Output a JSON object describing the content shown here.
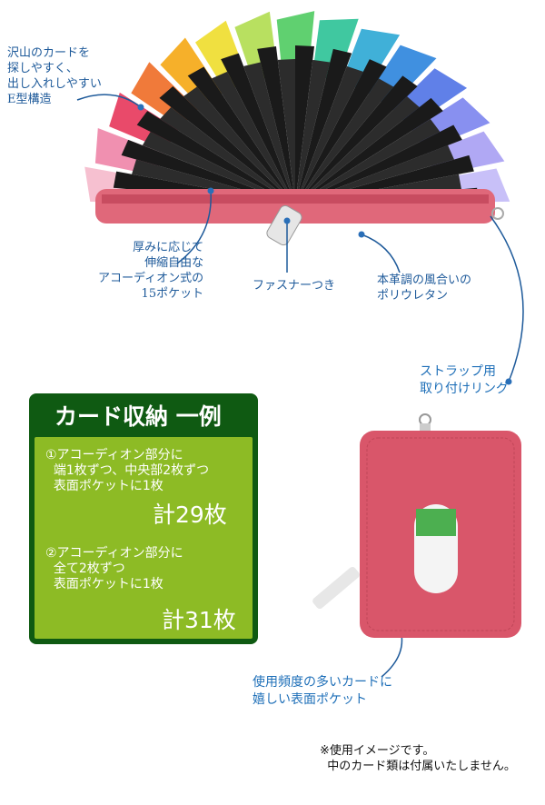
{
  "callouts": {
    "structure": "沢山のカードを\n探しやすく、\n出し入れしやすい\nE型構造",
    "pockets": "厚みに応じて\n伸縮自由な\nアコーディオン式の\n15ポケット",
    "fastener": "ファスナーつき",
    "material": "本革調の風合いの\nポリウレタン",
    "ring": "ストラップ用\n取り付けリング",
    "front_pocket": "使用頻度の多いカードに\n嬉しい表面ポケット"
  },
  "storage_box": {
    "title": "カード収納 一例",
    "example1": {
      "text": "①アコーディオン部分に\n  端1枚ずつ、中央部2枚ずつ\n  表面ポケットに1枚",
      "total": "計29枚"
    },
    "example2": {
      "text": "②アコーディオン部分に\n  全て2枚ずつ\n  表面ポケットに1枚",
      "total": "計31枚"
    }
  },
  "note": "※使用イメージです。\n  中のカード類は付属いたしません。",
  "colors": {
    "wallet": "#d9566a",
    "box_dark": "#0f5a12",
    "box_light": "#8dbb25",
    "label": "#1e5a9a"
  }
}
